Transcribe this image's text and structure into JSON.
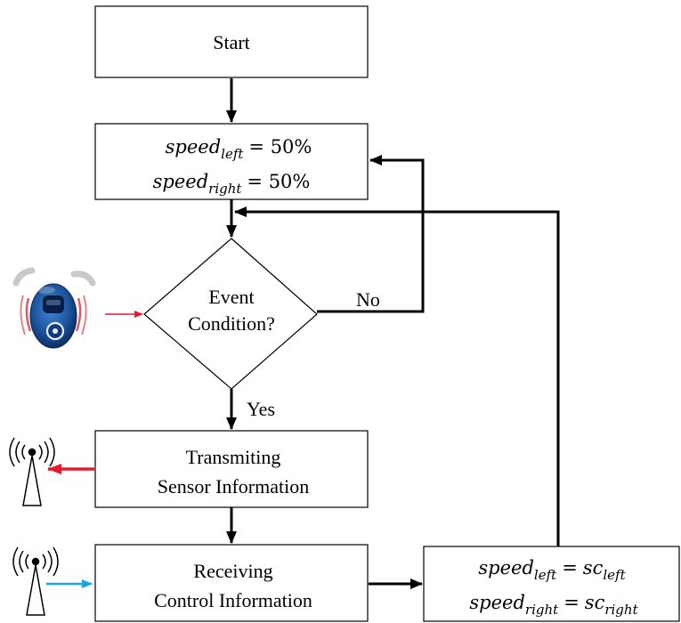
{
  "nodes": {
    "start": "Start",
    "init": {
      "line1": {
        "var": "speed",
        "sub": "left",
        "rhs": "= 50%"
      },
      "line2": {
        "var": "speed",
        "sub": "right",
        "rhs": "= 50%"
      }
    },
    "decision": {
      "line1": "Event",
      "line2": "Condition?"
    },
    "transmit": {
      "line1": "Transmiting",
      "line2": "Sensor Information"
    },
    "receive": {
      "line1": "Receiving",
      "line2": "Control Information"
    },
    "update": {
      "line1": {
        "var": "speed",
        "sub": "left",
        "eq": "=",
        "rhs": "sc",
        "rhs_sub": "left"
      },
      "line2": {
        "var": "speed",
        "sub": "right",
        "eq": "=",
        "rhs": "sc",
        "rhs_sub": "right"
      }
    }
  },
  "edges": {
    "yes_label": "Yes",
    "no_label": "No"
  },
  "colors": {
    "sensor_arrow": "#e8192c",
    "transmit_arrow": "#e8192c",
    "receive_arrow": "#1aa6e6",
    "lines": "#000000"
  },
  "icons": [
    "robot-sensor-icon",
    "antenna-transmit-icon",
    "antenna-receive-icon"
  ]
}
